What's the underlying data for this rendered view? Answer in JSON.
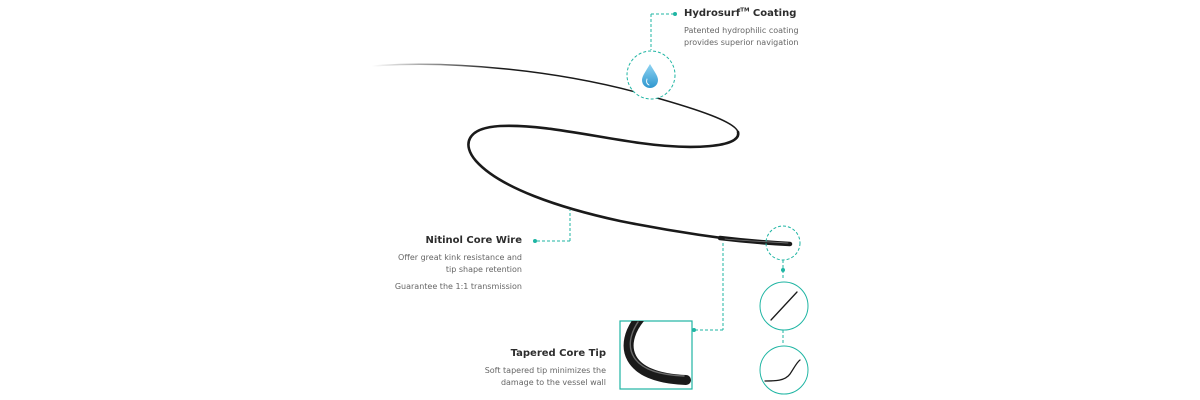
{
  "colors": {
    "accent": "#1fb5a3",
    "wire": "#1a1a1a",
    "text": "#666666",
    "heading": "#2d2d2d",
    "drop": "#3aa6d6"
  },
  "callouts": {
    "hydrosurf": {
      "title": "Hydrosurf",
      "title_sup": "TM",
      "title_suffix": " Coating",
      "lines": [
        "Patented hydrophilic coating",
        "provides superior navigation"
      ],
      "icon": "water-drop-icon"
    },
    "nitinol": {
      "title": "Nitinol Core Wire",
      "lines": [
        "Offer great kink resistance and",
        "tip shape retention"
      ],
      "extra": "Guarantee the 1:1 transmission"
    },
    "tip": {
      "title": "Tapered Core Tip",
      "lines": [
        "Soft tapered tip minimizes the",
        "damage to the vessel wall"
      ]
    }
  },
  "tip_shapes": [
    "straight-tip-icon",
    "angled-tip-icon"
  ]
}
